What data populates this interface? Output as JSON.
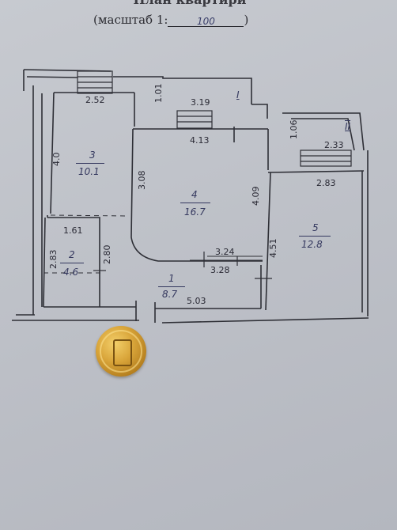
{
  "header": {
    "title": "План квартири",
    "scale_label": "(масштаб 1:",
    "scale_close": ")",
    "scale_value": "100"
  },
  "dimensions": {
    "d_2_52": "2.52",
    "d_1_01": "1.01",
    "d_3_19": "3.19",
    "d_4_0": "4.0",
    "d_4_13": "4.13",
    "d_1_06": "1.06",
    "d_2_33": "2.33",
    "d_3_08": "3.08",
    "d_4_09": "4.09",
    "d_2_83_right": "2.83",
    "d_1_61": "1.61",
    "d_2_83_left": "2.83",
    "d_2_80": "2.80",
    "d_3_24": "3.24",
    "d_3_28": "3.28",
    "d_4_51": "4.51",
    "d_5_03": "5.03"
  },
  "rooms": [
    {
      "number": "1",
      "area": "8.7"
    },
    {
      "number": "2",
      "area": "4.6"
    },
    {
      "number": "3",
      "area": "10.1"
    },
    {
      "number": "4",
      "area": "16.7"
    },
    {
      "number": "5",
      "area": "12.8"
    }
  ],
  "balconies": {
    "b1": "I",
    "b2": "II"
  },
  "colors": {
    "paper": "#c3c6cc",
    "line": "#2e2f36",
    "ink": "#34385e",
    "coin": "#d9a53a"
  },
  "objects": {
    "coin": "coin-icon"
  }
}
